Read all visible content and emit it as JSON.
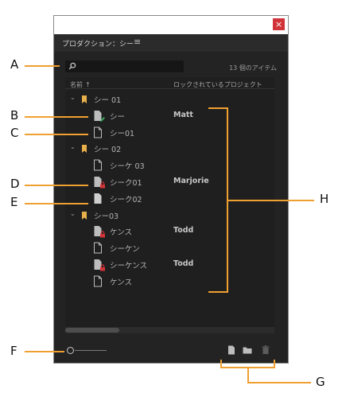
{
  "panel": {
    "close_glyph": "×",
    "title": "プロダクション：シー",
    "menu_glyph": "≡",
    "search_placeholder": "",
    "item_count": "13 個のアイテム",
    "columns": {
      "name": "名前",
      "sort_arrow": "↑",
      "locked_by": "ロックされているプロジェクト"
    }
  },
  "tree": [
    {
      "kind": "folder",
      "label": "シー 01",
      "owner": ""
    },
    {
      "kind": "file-edit",
      "label": "シー",
      "owner": "Matt"
    },
    {
      "kind": "file",
      "label": "シー01",
      "owner": ""
    },
    {
      "kind": "folder",
      "label": "シー 02",
      "owner": ""
    },
    {
      "kind": "file",
      "label": "シーケ 03",
      "owner": ""
    },
    {
      "kind": "file-locked",
      "label": "シーク01",
      "owner": "Marjorie"
    },
    {
      "kind": "file-gray",
      "label": "シーク02",
      "owner": ""
    },
    {
      "kind": "folder",
      "label": "シー03",
      "owner": ""
    },
    {
      "kind": "file-locked",
      "label": "ケンス",
      "owner": "Todd"
    },
    {
      "kind": "file",
      "label": "シーケン",
      "owner": ""
    },
    {
      "kind": "file-locked",
      "label": "シーケンス",
      "owner": "Todd"
    },
    {
      "kind": "file",
      "label": "ケンス",
      "owner": ""
    }
  ],
  "callouts": {
    "A": "A",
    "B": "B",
    "C": "C",
    "D": "D",
    "E": "E",
    "F": "F",
    "G": "G",
    "H": "H"
  },
  "colors": {
    "accent": "#f0a030",
    "folder": "#e8b04a",
    "edit_badge": "#3da35d",
    "lock_badge": "#d13438",
    "close_bg": "#d13438"
  },
  "icons": {
    "folder": "folder-icon",
    "file": "document-icon",
    "edit": "pencil-icon",
    "lock": "lock-icon",
    "new_item": "new-item-icon",
    "new_bin": "new-folder-icon",
    "delete": "trash-icon"
  }
}
